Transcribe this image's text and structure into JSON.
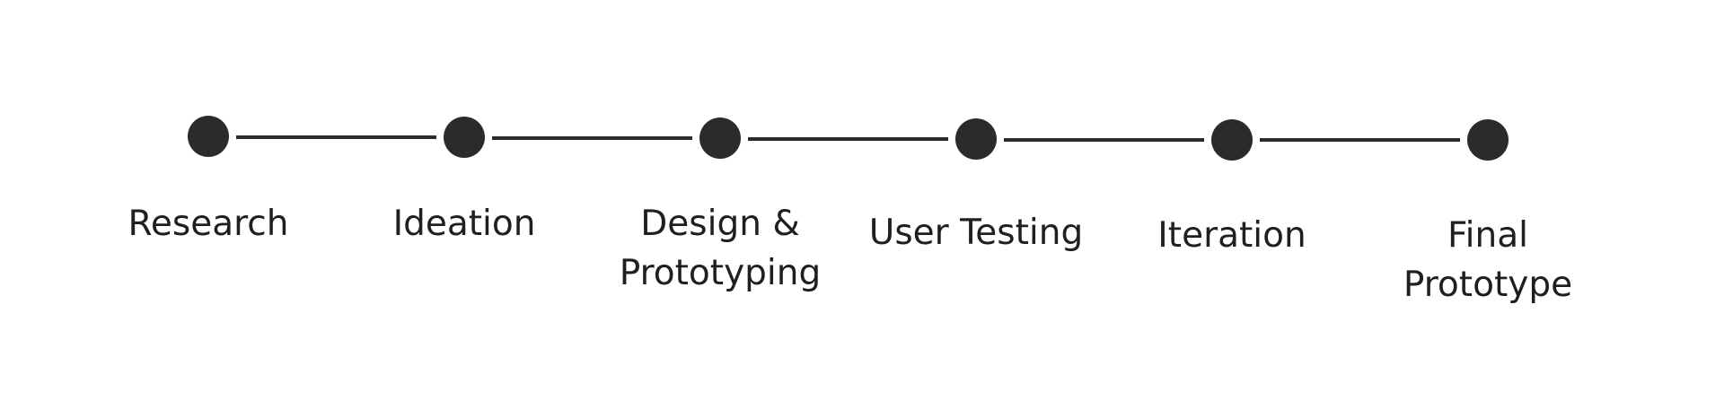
{
  "timeline": {
    "colors": {
      "node": "#2b2b2b",
      "connector": "#2b2b2b",
      "text": "#1f1f1f",
      "background": "#ffffff"
    },
    "steps": [
      {
        "label": "Research"
      },
      {
        "label": "Ideation"
      },
      {
        "label": "Design &\nPrototyping"
      },
      {
        "label": "User Testing"
      },
      {
        "label": "Iteration"
      },
      {
        "label": "Final\nPrototype"
      }
    ]
  }
}
